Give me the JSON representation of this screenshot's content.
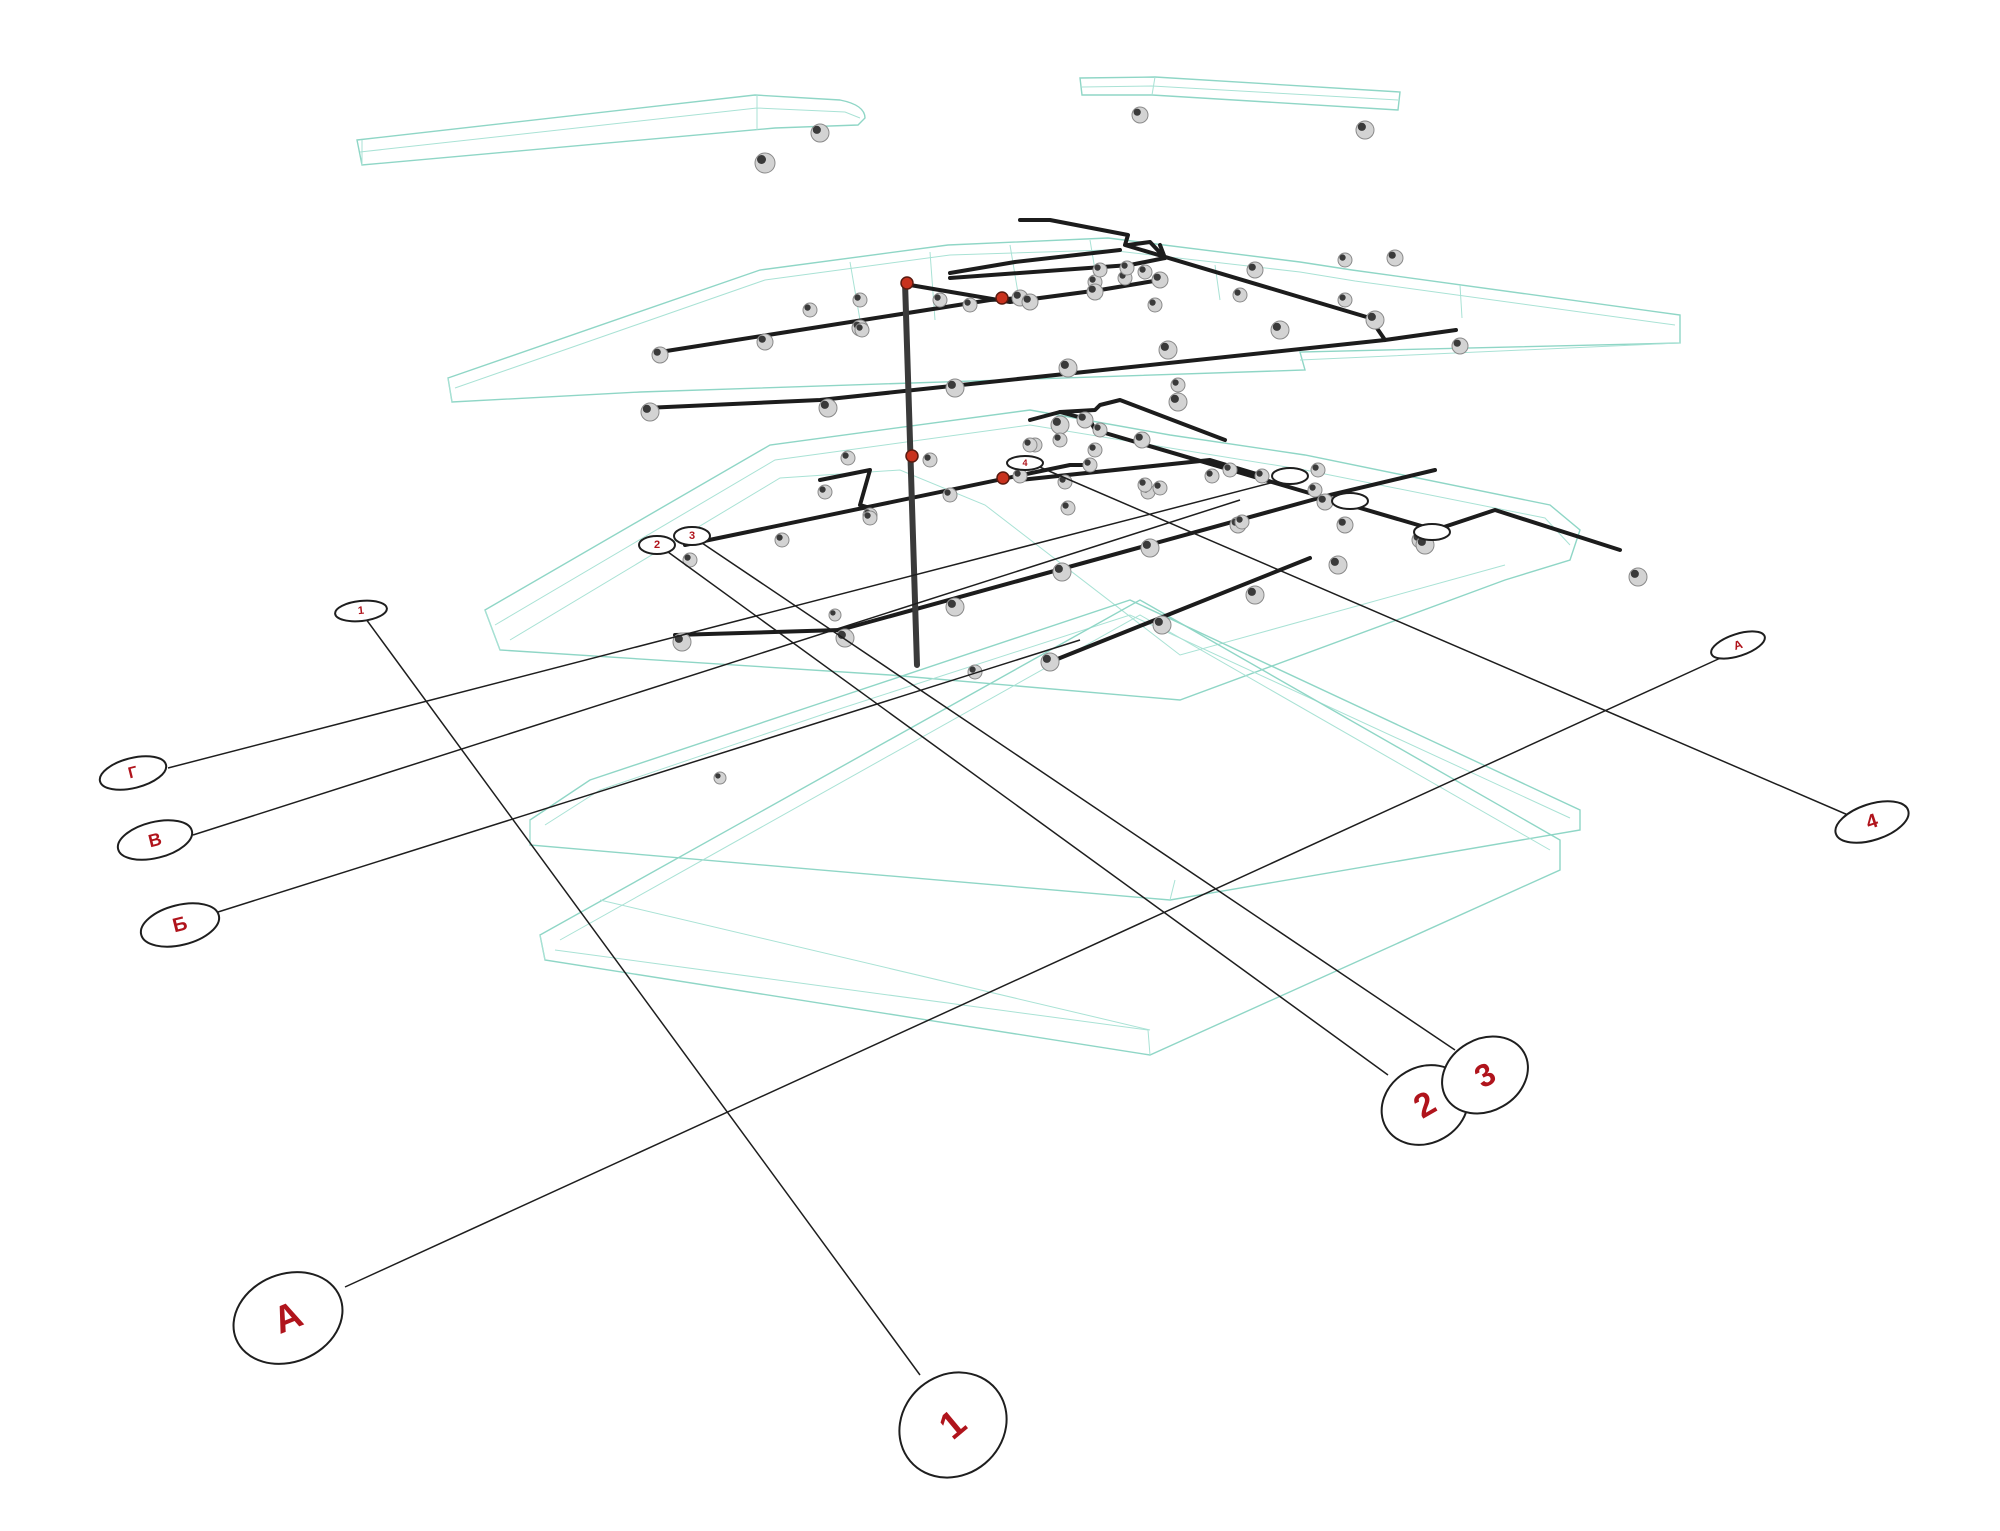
{
  "diagram": {
    "colors": {
      "slab_outline": "#8fd6c6",
      "pipe": "#1c1c1c",
      "label_text": "#b0141c",
      "bubble_stroke": "#1e1e1e",
      "fixture_head": "#d3d3d3",
      "fixture_valve": "#c8321e"
    },
    "axes": [
      {
        "id": "A",
        "label": "А"
      },
      {
        "id": "B",
        "label": "Б"
      },
      {
        "id": "V",
        "label": "В"
      },
      {
        "id": "G",
        "label": "Г"
      },
      {
        "id": "1",
        "label": "1"
      },
      {
        "id": "2",
        "label": "2"
      },
      {
        "id": "3",
        "label": "3"
      },
      {
        "id": "4",
        "label": "4"
      }
    ]
  }
}
